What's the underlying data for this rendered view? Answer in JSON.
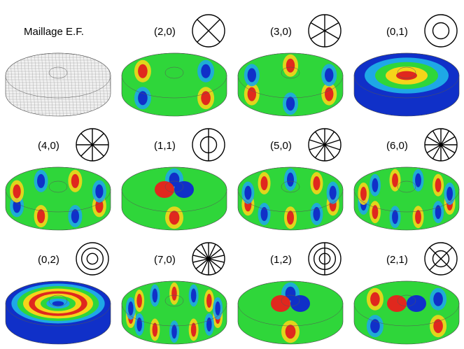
{
  "figure": {
    "cells": [
      {
        "label": "Maillage E.F.",
        "kind": "mesh"
      },
      {
        "label": "(2,0)",
        "kind": "mode",
        "n": 2,
        "m": 0
      },
      {
        "label": "(3,0)",
        "kind": "mode",
        "n": 3,
        "m": 0
      },
      {
        "label": "(0,1)",
        "kind": "mode",
        "n": 0,
        "m": 1
      },
      {
        "label": "(4,0)",
        "kind": "mode",
        "n": 4,
        "m": 0
      },
      {
        "label": "(1,1)",
        "kind": "mode",
        "n": 1,
        "m": 1
      },
      {
        "label": "(5,0)",
        "kind": "mode",
        "n": 5,
        "m": 0
      },
      {
        "label": "(6,0)",
        "kind": "mode",
        "n": 6,
        "m": 0
      },
      {
        "label": "(0,2)",
        "kind": "mode",
        "n": 0,
        "m": 2
      },
      {
        "label": "(7,0)",
        "kind": "mode",
        "n": 7,
        "m": 0
      },
      {
        "label": "(1,2)",
        "kind": "mode",
        "n": 1,
        "m": 2
      },
      {
        "label": "(2,1)",
        "kind": "mode",
        "n": 2,
        "m": 1
      }
    ],
    "colors": {
      "max": "#e0281e",
      "high": "#f5d51a",
      "mid": "#2fd63a",
      "low": "#1ea8e6",
      "min": "#1030c8",
      "mesh_fill": "#f2f2f2",
      "mesh_line": "#9a9a9a",
      "symbol": "#000000"
    }
  }
}
